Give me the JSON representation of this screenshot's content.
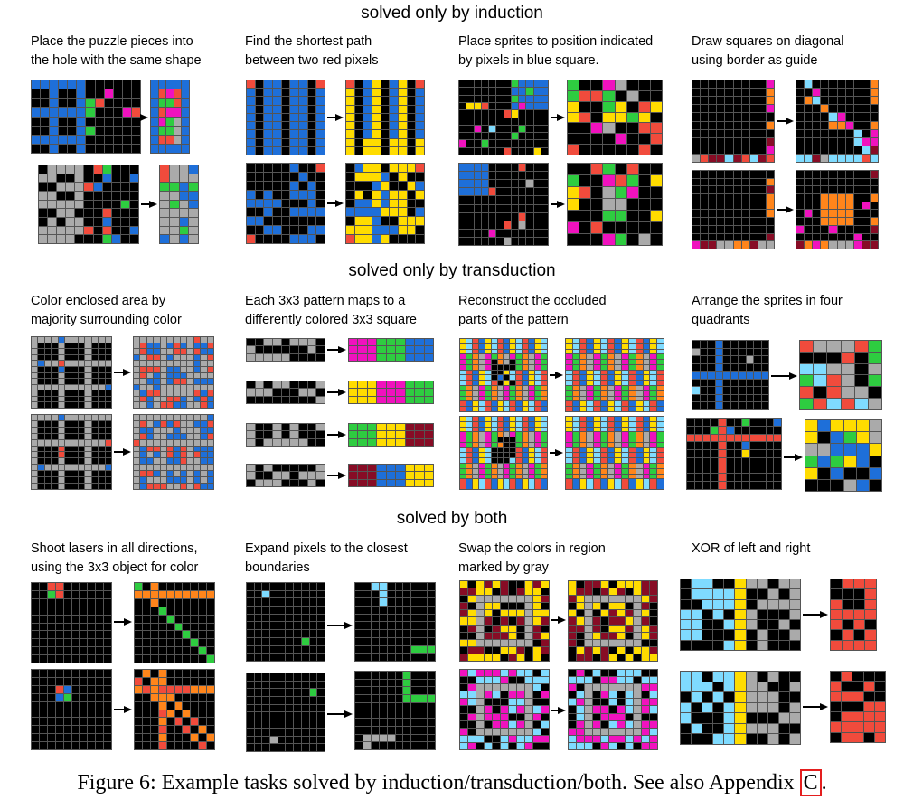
{
  "sections": [
    {
      "title": "solved only by induction",
      "tasks": [
        {
          "title": "Place the puzzle pieces  into\nthe hole with the same shape"
        },
        {
          "title": "Find the shortest path\nbetween two red pixels"
        },
        {
          "title": "Place sprites to position indicated\nby pixels in blue square."
        },
        {
          "title": "Draw squares on diagonal\nusing border as guide"
        }
      ]
    },
    {
      "title": "solved only by transduction",
      "tasks": [
        {
          "title": "Color enclosed area by\nmajority surrounding color"
        },
        {
          "title": "Each 3x3 pattern maps to a\ndifferently colored 3x3 square"
        },
        {
          "title": "Reconstruct the occluded\nparts of the pattern"
        },
        {
          "title": "Arrange the sprites in four\nquadrants"
        }
      ]
    },
    {
      "title": "solved by both",
      "tasks": [
        {
          "title": "Shoot lasers  in all  directions,\nusing the 3x3 object for color"
        },
        {
          "title": "Expand pixels to the closest\nboundaries"
        },
        {
          "title": "Swap the colors  in region\nmarked by gray"
        },
        {
          "title": "XOR of left and right"
        }
      ]
    }
  ],
  "caption": {
    "text": "Figure 6: Example tasks solved by induction/transduction/both. See also Appendix ",
    "link": "C",
    "end": "."
  },
  "palette": {
    "k": "#000000",
    "b": "#1e6fd9",
    "r": "#f14b3c",
    "g": "#2ecc40",
    "y": "#ffdc00",
    "s": "#aaaaaa",
    "m": "#f012be",
    "o": "#ff851b",
    "c": "#7fdbff",
    "n": "#870c25"
  }
}
